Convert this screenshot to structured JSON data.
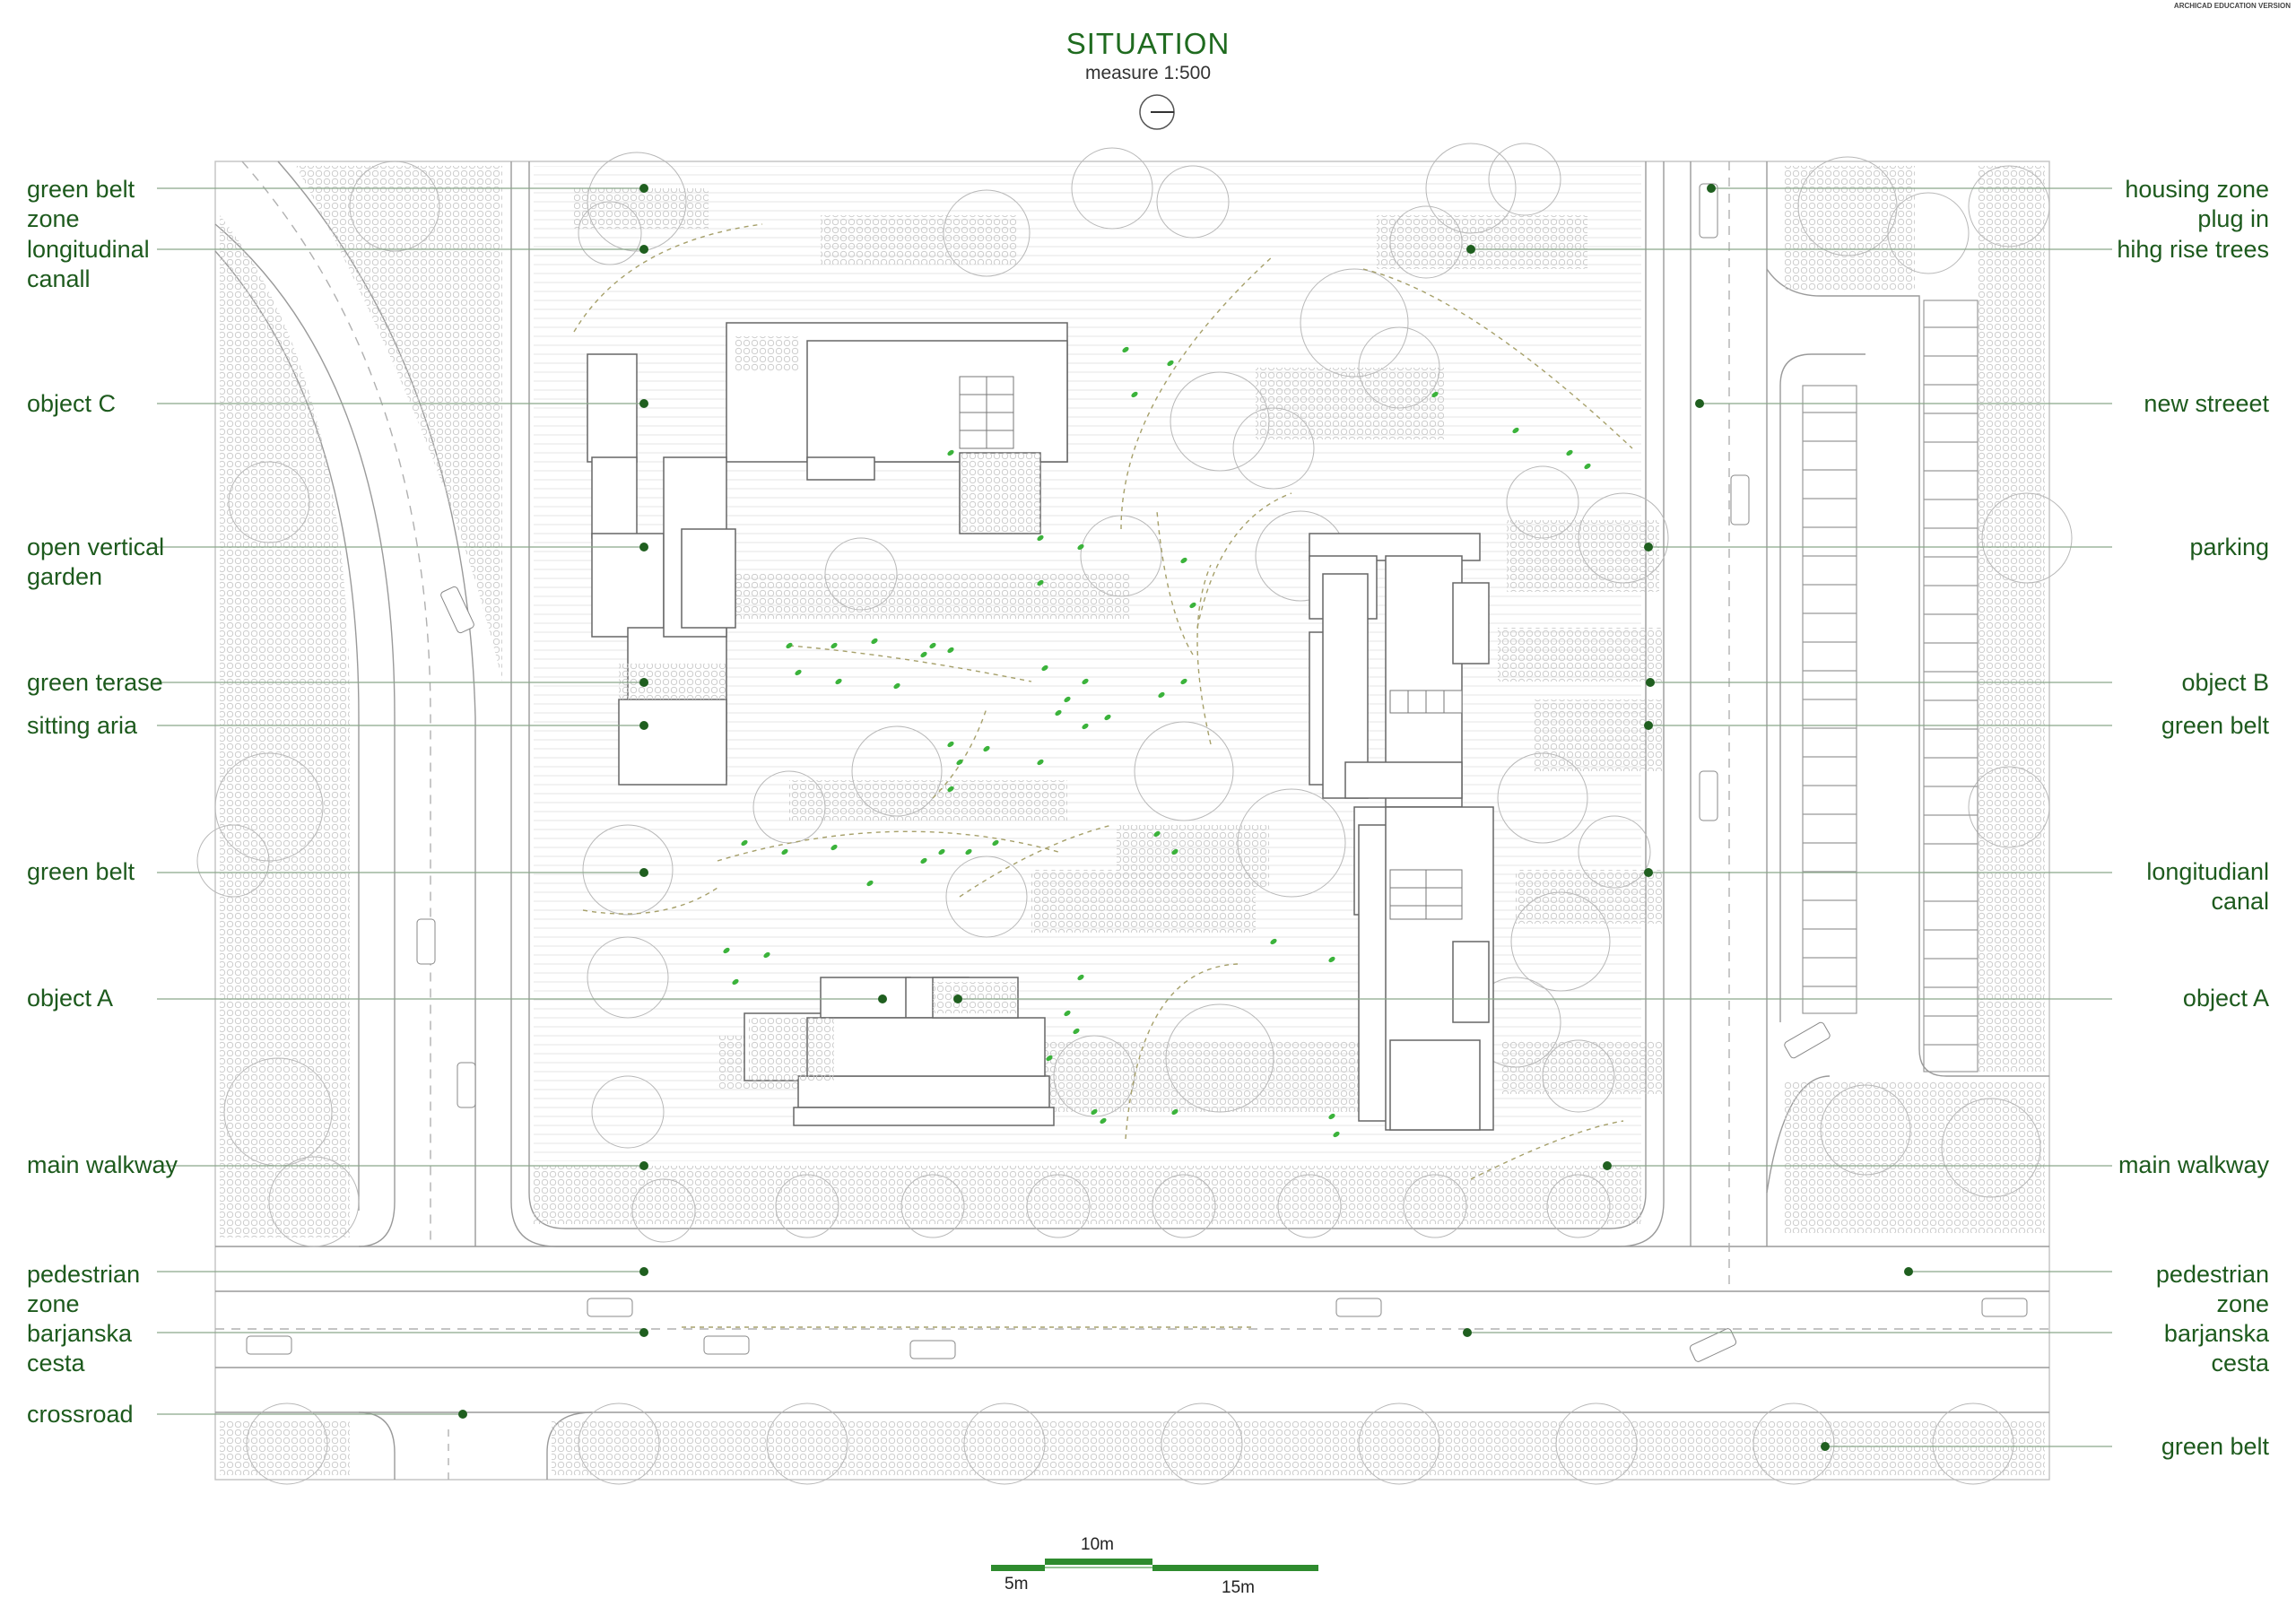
{
  "title": "SITUATION",
  "subtitle": "measure 1:500",
  "watermark": "ARCHICAD EDUCATION VERSION",
  "labels_left": [
    {
      "name": "label-green-belt-zone",
      "text": "green belt\nzone"
    },
    {
      "name": "label-longitudinal-canall",
      "text": "longitudinal\ncanall"
    },
    {
      "name": "label-object-c",
      "text": "object C"
    },
    {
      "name": "label-open-vertical-garden",
      "text": "open vertical\ngarden"
    },
    {
      "name": "label-green-terase",
      "text": "green terase"
    },
    {
      "name": "label-sitting-aria",
      "text": "sitting aria"
    },
    {
      "name": "label-green-belt-left",
      "text": "green belt"
    },
    {
      "name": "label-object-a-left",
      "text": "object A"
    },
    {
      "name": "label-main-walkway-left",
      "text": "main walkway"
    },
    {
      "name": "label-pedestrian-zone-left",
      "text": "pedestrian\nzone"
    },
    {
      "name": "label-barjanska-cesta-left",
      "text": "barjanska\ncesta"
    },
    {
      "name": "label-crossroad",
      "text": "crossroad"
    }
  ],
  "labels_right": [
    {
      "name": "label-housing-zone-plug-in",
      "text": "housing zone\nplug in"
    },
    {
      "name": "label-hihg-rise-trees",
      "text": "hihg rise trees"
    },
    {
      "name": "label-new-streeet",
      "text": "new streeet"
    },
    {
      "name": "label-parking",
      "text": "parking"
    },
    {
      "name": "label-object-b",
      "text": "object B"
    },
    {
      "name": "label-green-belt-right",
      "text": "green belt"
    },
    {
      "name": "label-longitudianl-canal",
      "text": "longitudianl\ncanal"
    },
    {
      "name": "label-object-a-right",
      "text": "object A"
    },
    {
      "name": "label-main-walkway-right",
      "text": "main walkway"
    },
    {
      "name": "label-pedestrian-zone-right",
      "text": "pedestrian\nzone"
    },
    {
      "name": "label-barjanska-cesta-right",
      "text": "barjanska\ncesta"
    },
    {
      "name": "label-green-belt-bottom-right",
      "text": "green belt"
    }
  ],
  "scale_bar": {
    "label_5": "5m",
    "label_10": "10m",
    "label_15": "15m"
  },
  "colors": {
    "leader_line": "#8aa88a",
    "marker": "#1f5f1f",
    "label_text": "#1d5a1d",
    "scale_bar": "#2e8b2e",
    "plan_line": "#9a9a9a",
    "leaf": "#3bb33b"
  }
}
